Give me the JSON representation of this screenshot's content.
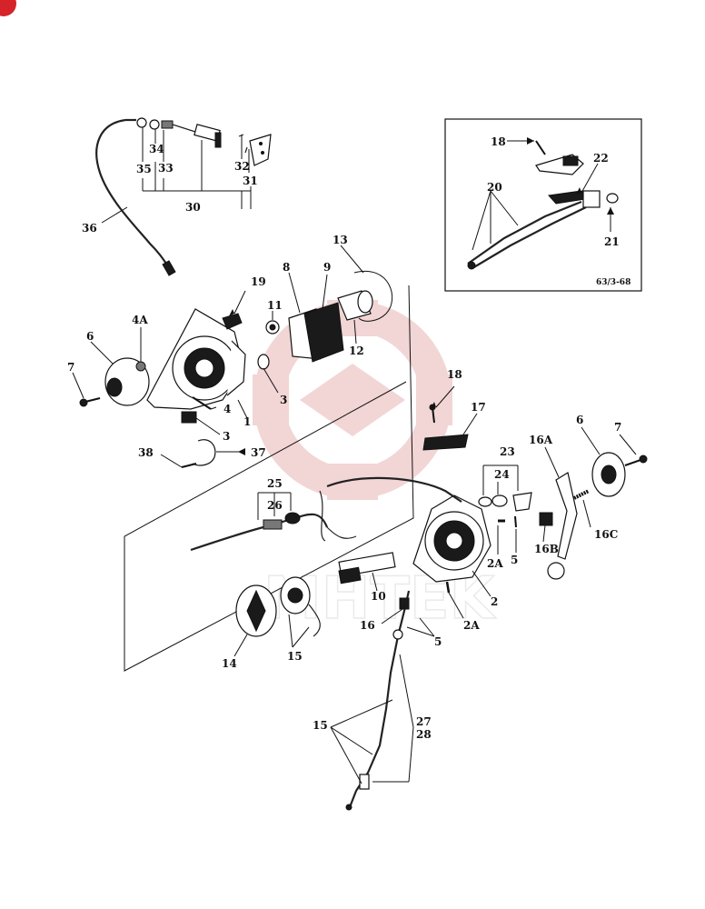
{
  "figure_code": "63/3-68",
  "corner_badge": "",
  "colors": {
    "ink": "#111111",
    "watermark": "#e8b4b4",
    "badge": "#d6232a"
  },
  "callouts": {
    "c1": "1",
    "c2": "2",
    "c2A_a": "2A",
    "c2A_b": "2A",
    "c3_a": "3",
    "c3_b": "3",
    "c4": "4",
    "c4A": "4A",
    "c5_a": "5",
    "c5_b": "5",
    "c6_a": "6",
    "c6_b": "6",
    "c7_a": "7",
    "c7_b": "7",
    "c8": "8",
    "c9": "9",
    "c10": "10",
    "c11": "11",
    "c12": "12",
    "c13": "13",
    "c14": "14",
    "c15_a": "15",
    "c15_b": "15",
    "c16": "16",
    "c16A": "16A",
    "c16B": "16B",
    "c16C": "16C",
    "c17": "17",
    "c18_a": "18",
    "c18_b": "18",
    "c19": "19",
    "c20": "20",
    "c21": "21",
    "c22": "22",
    "c23": "23",
    "c24": "24",
    "c25": "25",
    "c26": "26",
    "c27": "27",
    "c28": "28",
    "c30": "30",
    "c31": "31",
    "c32": "32",
    "c33": "33",
    "c34": "34",
    "c35": "35",
    "c36": "36",
    "c37": "37",
    "c38": "38"
  }
}
